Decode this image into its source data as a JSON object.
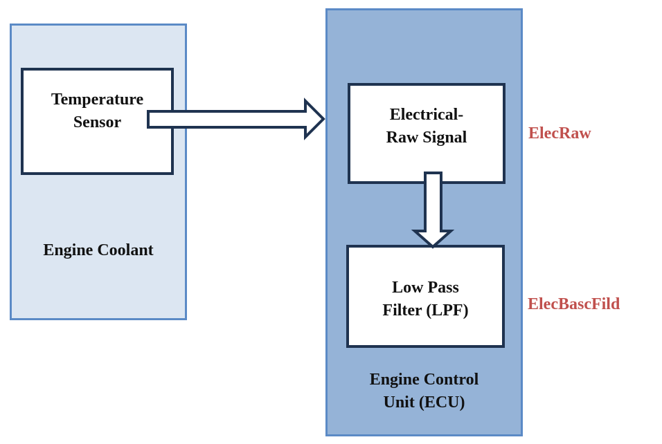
{
  "diagram": {
    "blocks": {
      "engine_coolant": {
        "label": "Engine Coolant"
      },
      "temperature_sensor": {
        "line1": "Temperature",
        "line2": "Sensor"
      },
      "ecu": {
        "line1": "Engine Control",
        "line2": "Unit (ECU)"
      },
      "electrical_raw_signal": {
        "line1": "Electrical-",
        "line2": "Raw Signal"
      },
      "low_pass_filter": {
        "line1": "Low Pass",
        "line2": "Filter (LPF)"
      }
    },
    "signals": {
      "raw": "ElecRaw",
      "filtered": "ElecBascFild"
    },
    "connections": [
      {
        "from": "Temperature Sensor",
        "to": "Engine Control Unit (ECU)"
      },
      {
        "from": "Electrical-Raw Signal",
        "to": "Low Pass Filter (LPF)"
      }
    ],
    "colors": {
      "coolant_fill": "#dce6f2",
      "ecu_fill": "#95b3d7",
      "outer_border": "#5b8ac6",
      "inner_border": "#1f3350",
      "signal_label": "#c0504d"
    }
  }
}
